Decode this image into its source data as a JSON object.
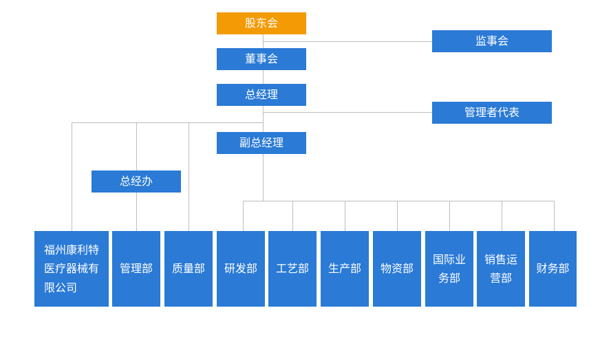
{
  "org_chart": {
    "shareholders": "股东会",
    "supervisory_board": "监事会",
    "board": "董事会",
    "general_manager": "总经理",
    "management_representative": "管理者代表",
    "deputy_general_manager": "副总经理",
    "gm_office": "总经办",
    "departments": [
      "福州康利特\n医疗器械有\n限公司",
      "管理部",
      "质量部",
      "研发部",
      "工艺部",
      "生产部",
      "物资部",
      "国际业\n务部",
      "销售运\n营部",
      "财务部"
    ]
  },
  "colors": {
    "top_box": "#f39a04",
    "box": "#2a7ad6",
    "connector": "#bdbdbd"
  }
}
